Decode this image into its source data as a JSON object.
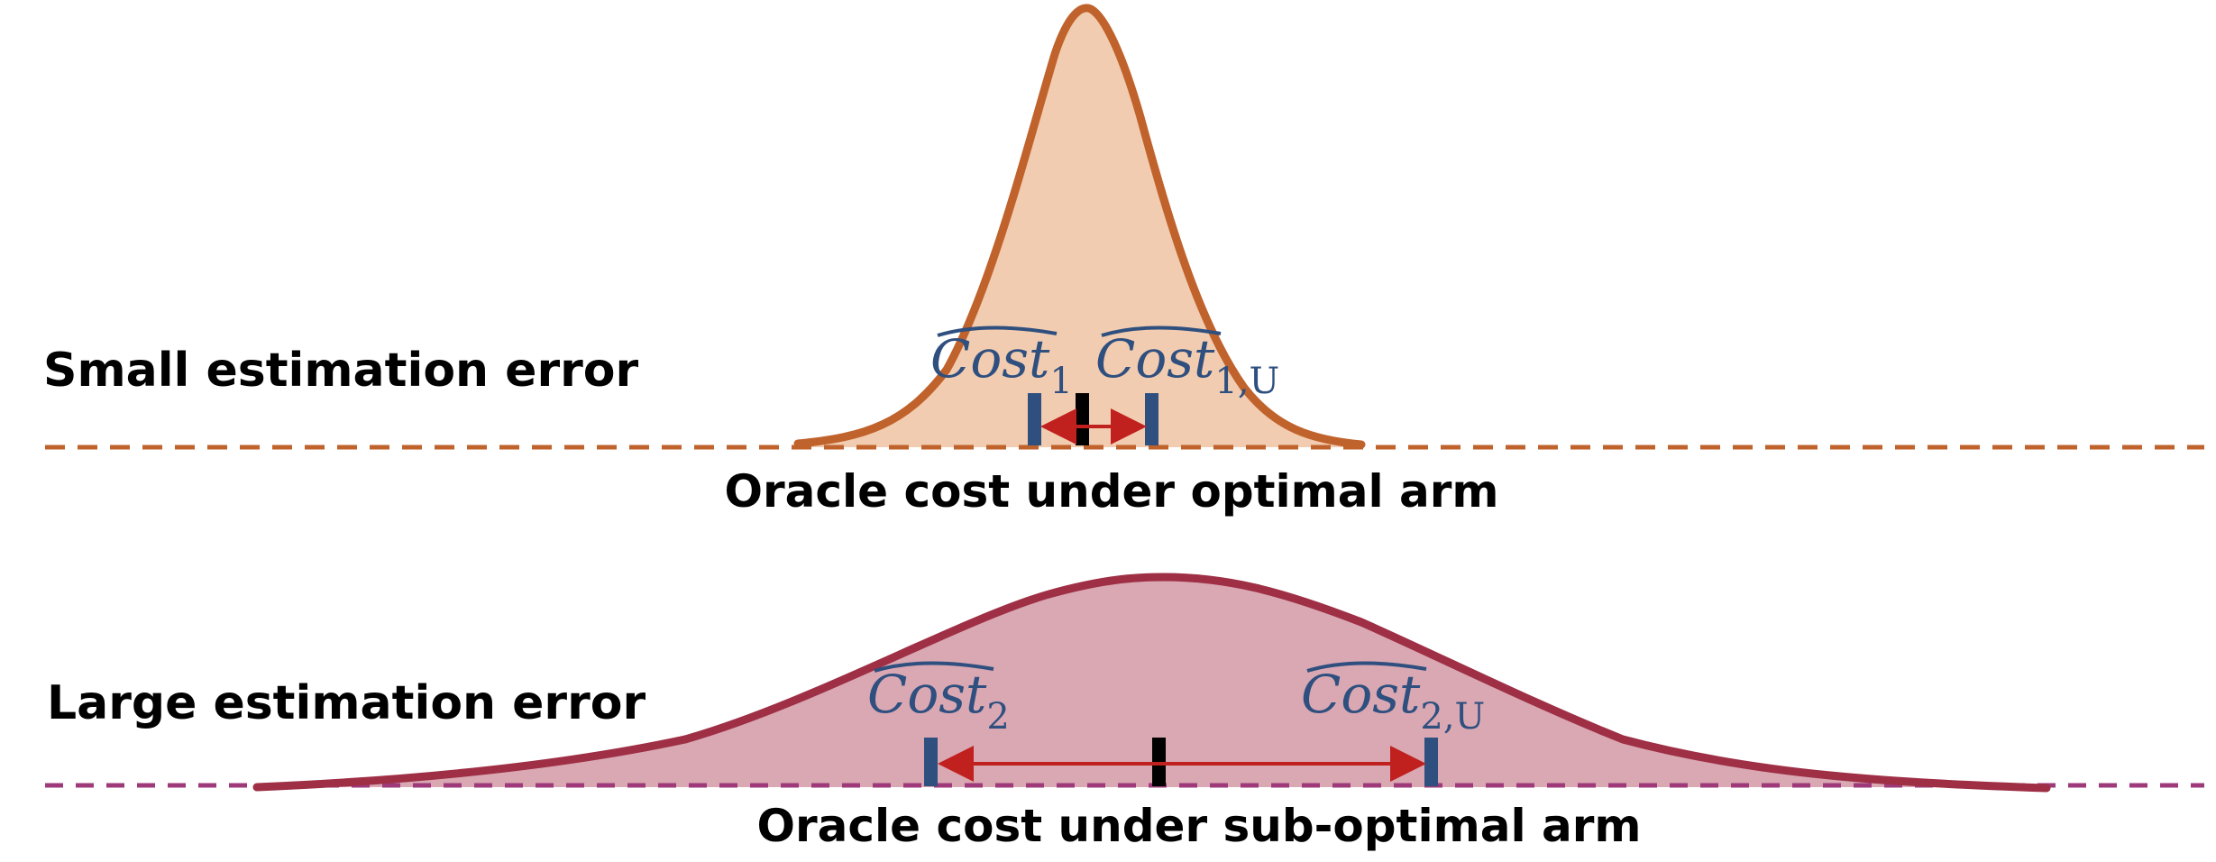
{
  "colors": {
    "top_curve": "#c0622b",
    "top_fill": "#f2ccb0",
    "bottom_curve": "#9e2f45",
    "bottom_fill": "#d9a8b3",
    "bottom_baseline": "#9e3a7a",
    "arrow": "#c0201e",
    "marker": "#2f4f7f",
    "oracle_marker": "#000000",
    "estimate_text": "#2f4f7f"
  },
  "top": {
    "label": "Small estimation error",
    "oracle_label": "Oracle cost under optimal arm",
    "estimate": {
      "base": "Cost",
      "sub": "1"
    },
    "estimate_upper": {
      "base": "Cost",
      "sub": "1,U"
    }
  },
  "bottom": {
    "label": "Large estimation error",
    "oracle_label": "Oracle cost under sub-optimal arm",
    "estimate": {
      "base": "Cost",
      "sub": "2"
    },
    "estimate_upper": {
      "base": "Cost",
      "sub": "2,U"
    }
  }
}
